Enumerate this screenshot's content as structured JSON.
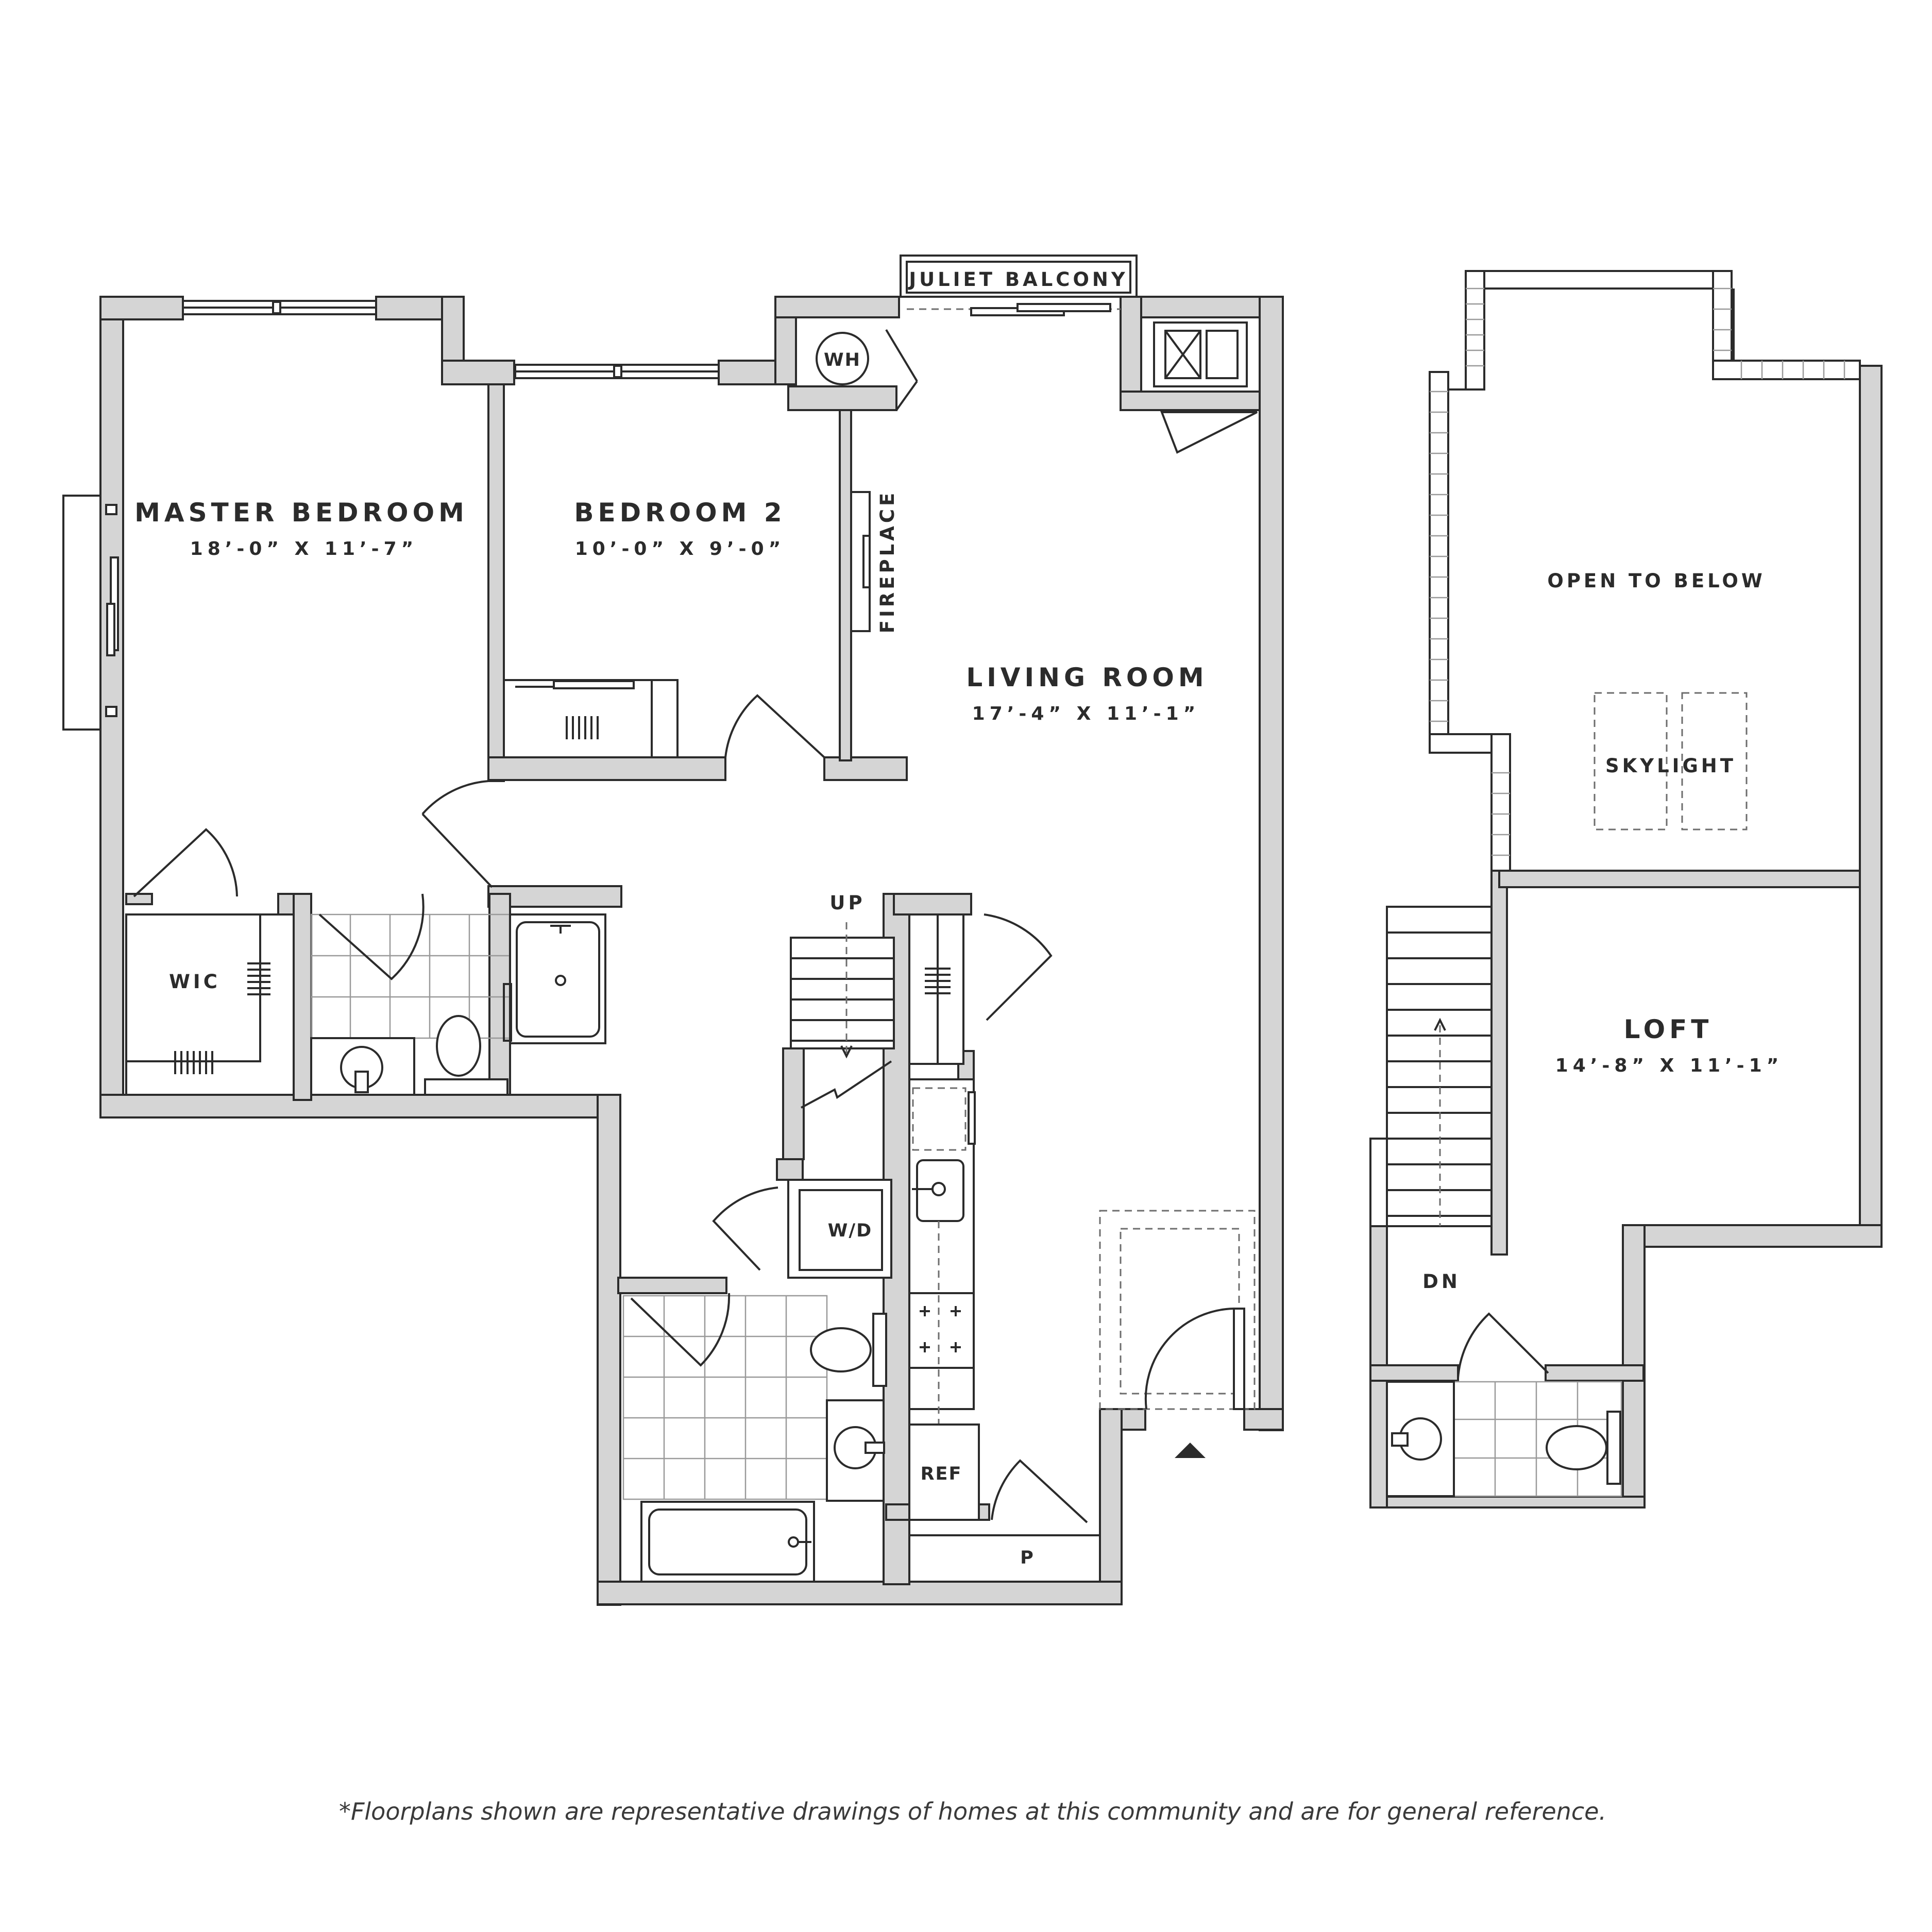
{
  "rooms": {
    "master_bedroom": {
      "name": "MASTER BEDROOM",
      "dims": "18’-0” X 11’-7”"
    },
    "bedroom_2": {
      "name": "BEDROOM 2",
      "dims": "10’-0” X 9’-0”"
    },
    "living_room": {
      "name": "LIVING ROOM",
      "dims": "17’-4” X 11’-1”"
    },
    "loft": {
      "name": "LOFT",
      "dims": "14’-8” X 11’-1”"
    }
  },
  "labels": {
    "juliet_balcony": "JULIET BALCONY",
    "water_heater": "WH",
    "fireplace": "FIREPLACE",
    "walk_in_closet": "WIC",
    "stairs_up": "UP",
    "washer_dryer": "W/D",
    "refrigerator": "REF",
    "pantry": "P",
    "open_to_below": "OPEN TO BELOW",
    "skylight": "SKYLIGHT",
    "stairs_down": "DN"
  },
  "disclaimer": "*Floorplans shown are representative drawings of homes at this community and are for general reference."
}
